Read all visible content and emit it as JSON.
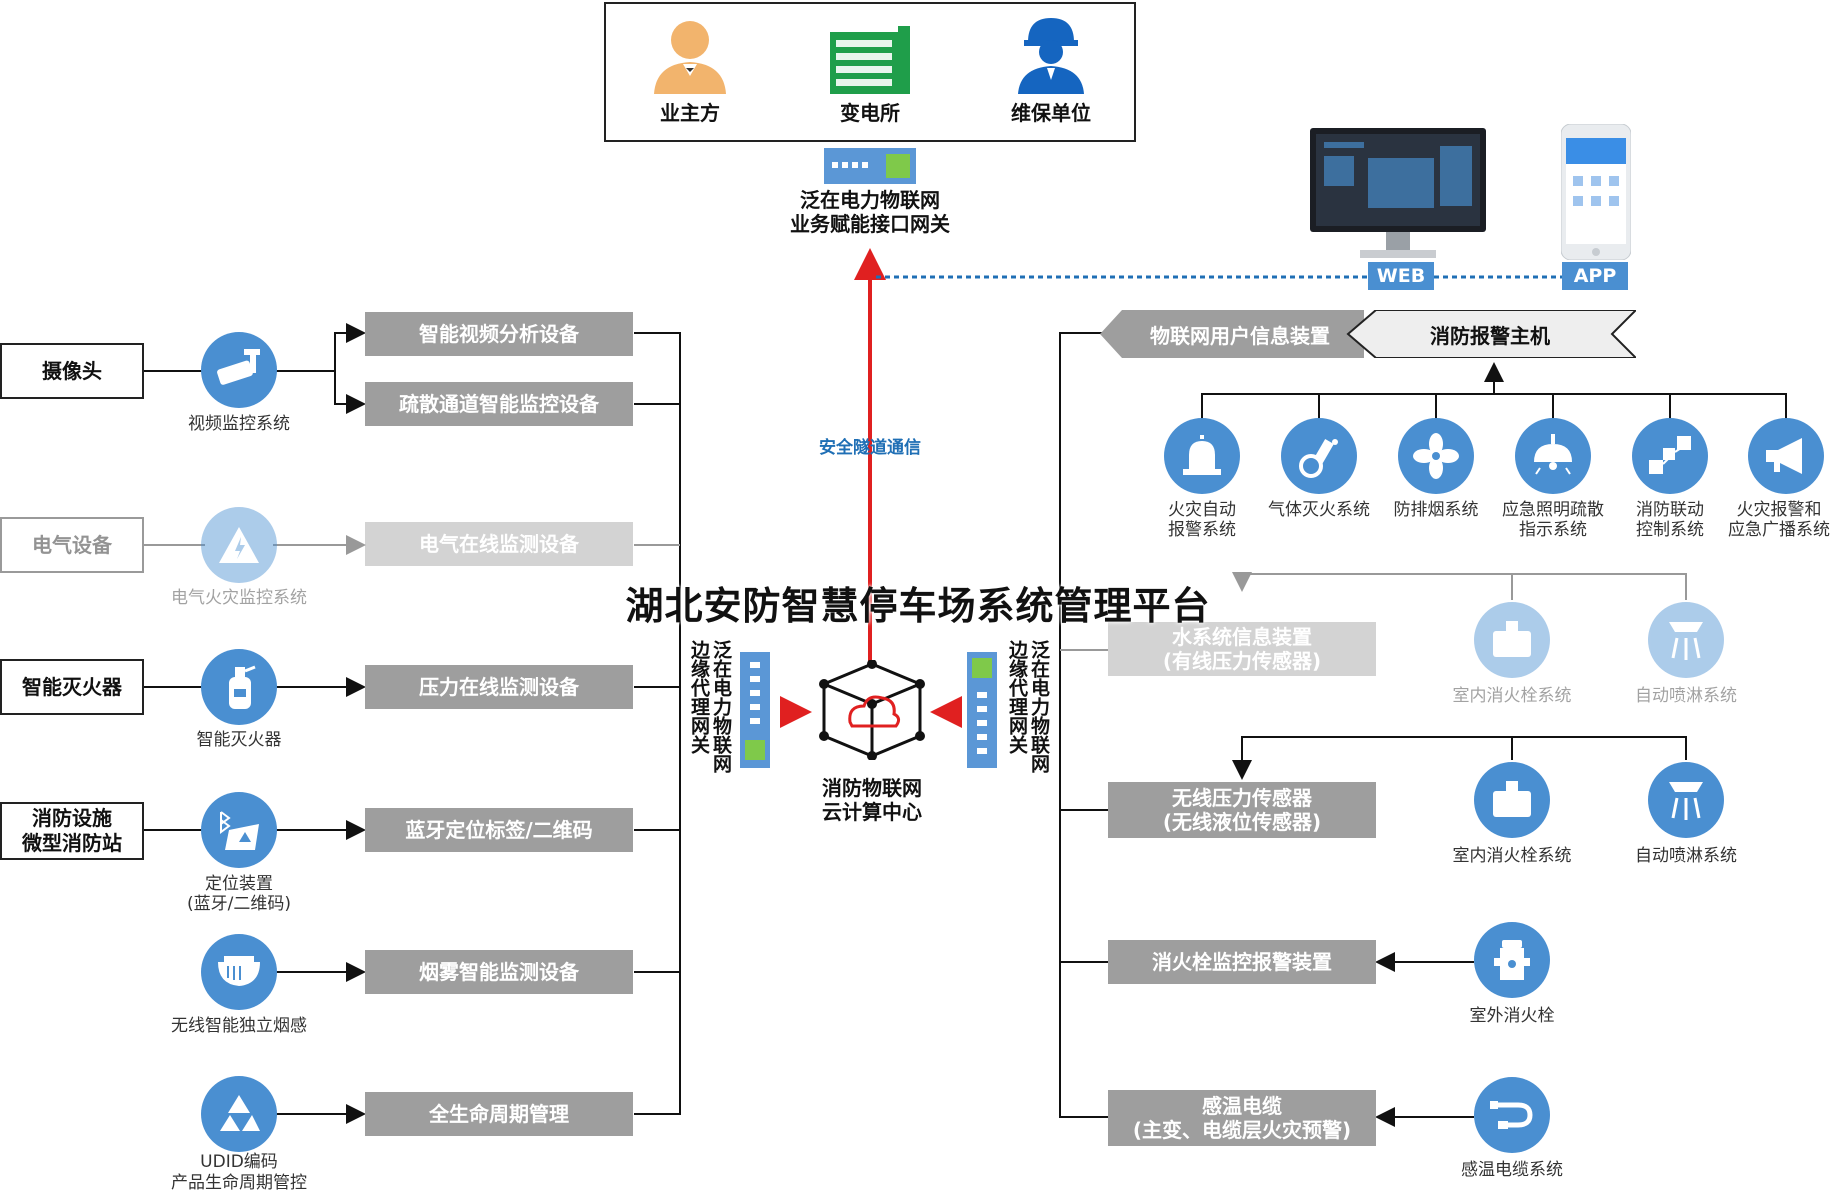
{
  "title": "湖北安防智慧停车场系统管理平台",
  "stakeholders": [
    {
      "label": "业主方",
      "icon": "person-icon"
    },
    {
      "label": "变电所",
      "icon": "substation-icon"
    },
    {
      "label": "维保单位",
      "icon": "engineer-icon"
    }
  ],
  "top_gateway": {
    "line1": "泛在电力物联网",
    "line2": "业务赋能接口网关"
  },
  "tunnel_label": "安全隧道通信",
  "web_label": "WEB",
  "app_label": "APP",
  "center": {
    "line1": "消防物联网",
    "line2": "云计算中心"
  },
  "left_gateway_label": "泛在电力物联网边缘代理网关",
  "right_gateway_label": "泛在电力物联网边缘代理网关",
  "left": {
    "rows": [
      {
        "source": "摄像头",
        "icon_label": "视频监控系统",
        "devices": [
          "智能视频分析设备",
          "疏散通道智能监控设备"
        ]
      },
      {
        "source": "电气设备",
        "icon_label": "电气火灾监控系统",
        "devices": [
          "电气在线监测设备"
        ]
      },
      {
        "source": "智能灭火器",
        "icon_label": "智能灭火器",
        "devices": [
          "压力在线监测设备"
        ]
      },
      {
        "source_line1": "消防设施",
        "source_line2": "微型消防站",
        "icon_label_line1": "定位装置",
        "icon_label_line2": "(蓝牙/二维码)",
        "devices": [
          "蓝牙定位标签/二维码"
        ]
      },
      {
        "icon_label": "无线智能独立烟感",
        "devices": [
          "烟雾智能监测设备"
        ]
      },
      {
        "icon_label_line1": "UDID编码",
        "icon_label_line2": "产品生命周期管控",
        "devices": [
          "全生命周期管理"
        ]
      }
    ]
  },
  "right": {
    "iot_user_device": "物联网用户信息装置",
    "alarm_host": "消防报警主机",
    "alarm_systems": [
      {
        "line1": "火灾自动",
        "line2": "报警系统"
      },
      {
        "line1": "气体灭火系统",
        "line2": ""
      },
      {
        "line1": "防排烟系统",
        "line2": ""
      },
      {
        "line1": "应急照明疏散",
        "line2": "指示系统"
      },
      {
        "line1": "消防联动",
        "line2": "控制系统"
      },
      {
        "line1": "火灾报警和",
        "line2": "应急广播系统"
      }
    ],
    "water_device": {
      "line1": "水系统信息装置",
      "line2": "(有线压力传感器)"
    },
    "water_systems": [
      "室内消火栓系统",
      "自动喷淋系统"
    ],
    "wireless_device": {
      "line1": "无线压力传感器",
      "line2": "(无线液位传感器)"
    },
    "wireless_systems": [
      "室内消火栓系统",
      "自动喷淋系统"
    ],
    "hydrant_device": "消火栓监控报警装置",
    "hydrant_source": "室外消火栓",
    "cable_device": {
      "line1": "感温电缆",
      "line2": "(主变、电缆层火灾预警)"
    },
    "cable_source": "感温电缆系统"
  },
  "colors": {
    "accent_blue": "#4a8fd1",
    "box_gray": "#9e9e9e",
    "arrow_red": "#e02020",
    "link_blue": "#1f6fb5"
  }
}
